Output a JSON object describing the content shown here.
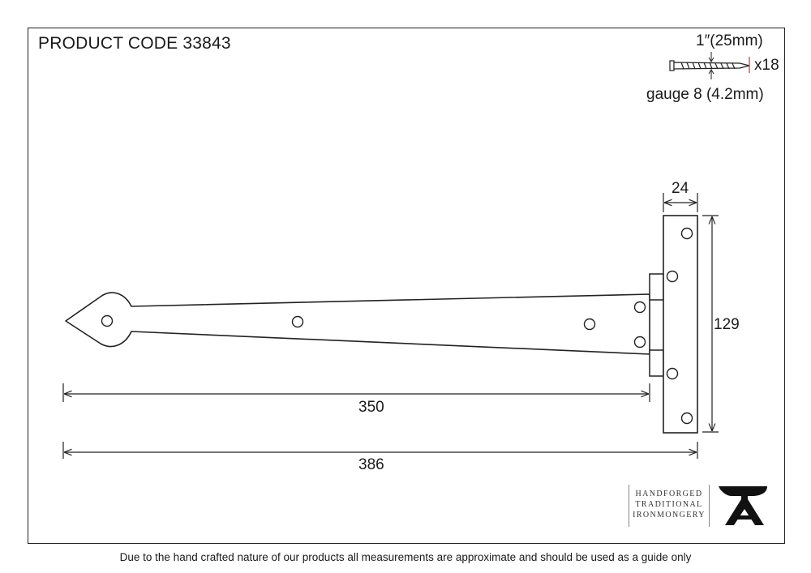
{
  "product_code": "PRODUCT CODE 33843",
  "screw": {
    "length": "1″(25mm)",
    "quantity": "x18",
    "gauge": "gauge 8 (4.2mm)"
  },
  "dimensions": {
    "plate_width": "24",
    "plate_height": "129",
    "strap_length": "350",
    "overall_length": "386"
  },
  "brand": {
    "line1": "HANDFORGED",
    "line2": "TRADITIONAL",
    "line3": "IRONMONGERY"
  },
  "footer": "Due to the hand crafted nature of our products all measurements are approximate and should be used as a guide only"
}
